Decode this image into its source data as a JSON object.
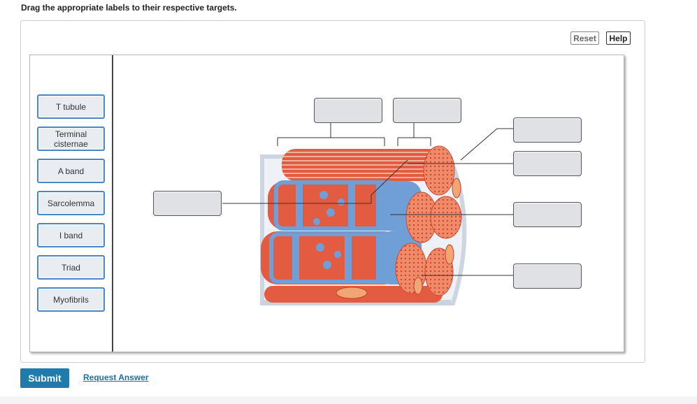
{
  "instruction": "Drag the appropriate labels to their respective targets.",
  "buttons": {
    "reset": "Reset",
    "help": "Help",
    "submit": "Submit",
    "request_answer": "Request Answer"
  },
  "labels": [
    {
      "text": "T tubule"
    },
    {
      "text": "Terminal\ncisternae"
    },
    {
      "text": "A band"
    },
    {
      "text": "Sarcolemma"
    },
    {
      "text": "I band"
    },
    {
      "text": "Triad"
    },
    {
      "text": "Myofibrils"
    }
  ],
  "colors": {
    "accent": "#1f7bab",
    "label_border": "#4a86c5",
    "muscle_red": "#e0553d",
    "reticulum_blue": "#6f9fd6"
  }
}
